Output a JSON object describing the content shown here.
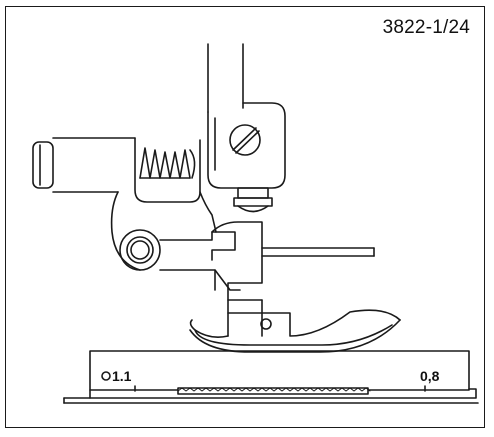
{
  "figure": {
    "number": "3822-1/24"
  },
  "gauge": {
    "left_mark": "1.1",
    "right_mark": "0,8"
  },
  "colors": {
    "line": "#1a1a1a",
    "background": "#ffffff"
  }
}
